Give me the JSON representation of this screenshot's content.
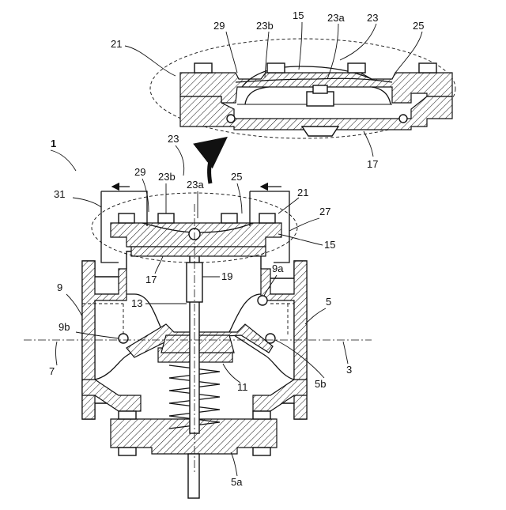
{
  "labels": {
    "l1": "1",
    "l3": "3",
    "l5": "5",
    "l5a": "5a",
    "l5b": "5b",
    "l7": "7",
    "l9": "9",
    "l9a": "9a",
    "l9b": "9b",
    "l11": "11",
    "l13": "13",
    "l15": "15",
    "l15_detail": "15",
    "l17": "17",
    "l17_detail": "17",
    "l19": "19",
    "l21": "21",
    "l21_detail": "21",
    "l23": "23",
    "l23_detail": "23",
    "l23a": "23a",
    "l23a_detail": "23a",
    "l23b": "23b",
    "l23b_detail": "23b",
    "l25": "25",
    "l25_detail": "25",
    "l27": "27",
    "l29": "29",
    "l29_detail": "29",
    "l31": "31"
  },
  "colors": {
    "line": "#111111",
    "background": "#ffffff"
  }
}
